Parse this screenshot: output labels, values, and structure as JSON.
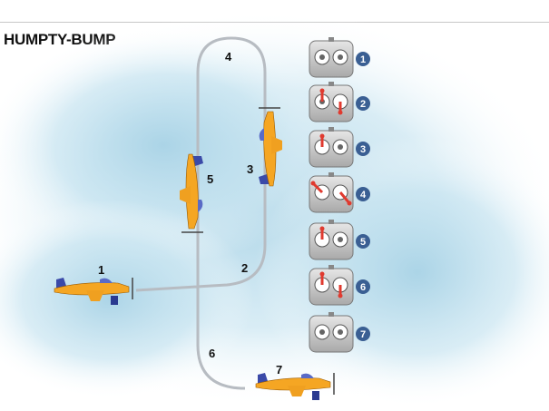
{
  "title": "HUMPTY-BUMP",
  "steps": [
    {
      "label": "1",
      "stick_icon": "neutral-sticks-icon"
    },
    {
      "label": "2",
      "stick_icon": "right-stick-pull-icon"
    },
    {
      "label": "3",
      "stick_icon": "left-stick-up-icon"
    },
    {
      "label": "4",
      "stick_icon": "both-sticks-diagonal-icon"
    },
    {
      "label": "5",
      "stick_icon": "left-stick-up-icon"
    },
    {
      "label": "6",
      "stick_icon": "right-stick-pull-icon"
    },
    {
      "label": "7",
      "stick_icon": "neutral-sticks-icon"
    }
  ],
  "colors": {
    "sky": "#bfe0ee",
    "plane_body": "#f5a623",
    "plane_tail": "#3b4aa8",
    "path": "#b7bcc2",
    "badge": "#3a5f93",
    "stick_red": "#e03a2f"
  }
}
